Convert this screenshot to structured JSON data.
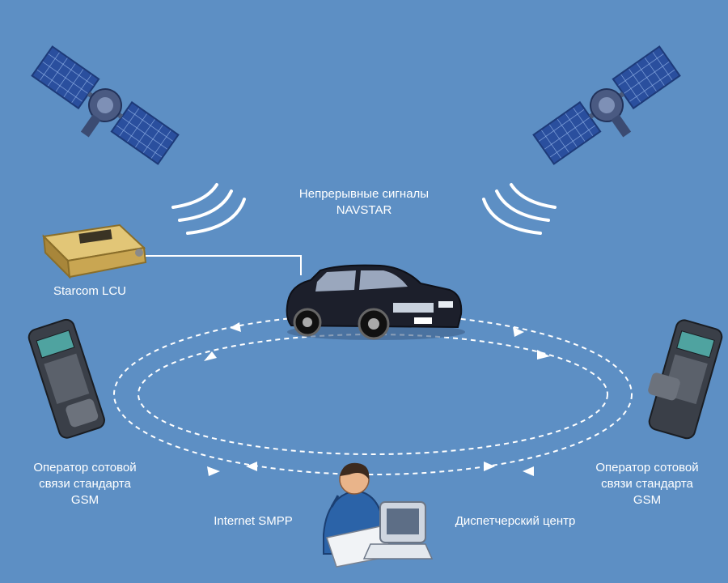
{
  "labels": {
    "signals": {
      "line1": "Непрерывные сигналы",
      "line2": "NAVSTAR"
    },
    "lcu": "Starcom LCU",
    "gsm_left": {
      "line1": "Оператор сотовой",
      "line2": "связи стандарта",
      "line3": "GSM"
    },
    "gsm_right": {
      "line1": "Оператор сотовой",
      "line2": "связи стандарта",
      "line3": "GSM"
    },
    "smpp": "Internet SMPP",
    "dispatch": "Диспетчерский центр"
  },
  "colors": {
    "background": "#5d8fc4",
    "satellite_panel": "#2a4f9e",
    "signal_waves": "#ffffff",
    "loop": "#ffffff",
    "car": "#1c1f2b",
    "device": "#c9a652",
    "phone": "#3a3f48"
  },
  "icons": [
    "satellite-icon",
    "signal-waves-icon",
    "gps-device-icon",
    "car-icon",
    "cellphone-icon",
    "dispatcher-icon",
    "computer-icon"
  ]
}
